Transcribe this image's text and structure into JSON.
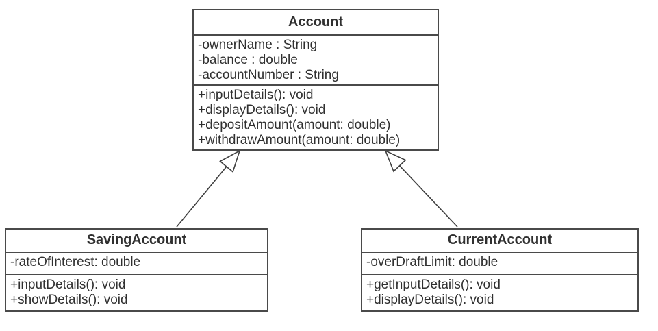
{
  "colors": {
    "background": "#ffffff",
    "box_border": "#4a4a4a",
    "text": "#303030",
    "connector": "#3f3f3f"
  },
  "diagram": {
    "type": "uml-class-diagram",
    "classes": [
      {
        "name": "Account",
        "attributes": [
          "-ownerName : String",
          "-balance : double",
          "-accountNumber : String"
        ],
        "methods": [
          "+inputDetails(): void",
          "+displayDetails(): void",
          "+depositAmount(amount: double)",
          "+withdrawAmount(amount: double)"
        ]
      },
      {
        "name": "SavingAccount",
        "attributes": [
          "-rateOfInterest: double"
        ],
        "methods": [
          "+inputDetails(): void",
          "+showDetails(): void"
        ]
      },
      {
        "name": "CurrentAccount",
        "attributes": [
          "-overDraftLimit: double"
        ],
        "methods": [
          "+getInputDetails(): void",
          "+displayDetails(): void"
        ]
      }
    ],
    "relationships": [
      {
        "type": "generalization",
        "from": "SavingAccount",
        "to": "Account"
      },
      {
        "type": "generalization",
        "from": "CurrentAccount",
        "to": "Account"
      }
    ]
  }
}
